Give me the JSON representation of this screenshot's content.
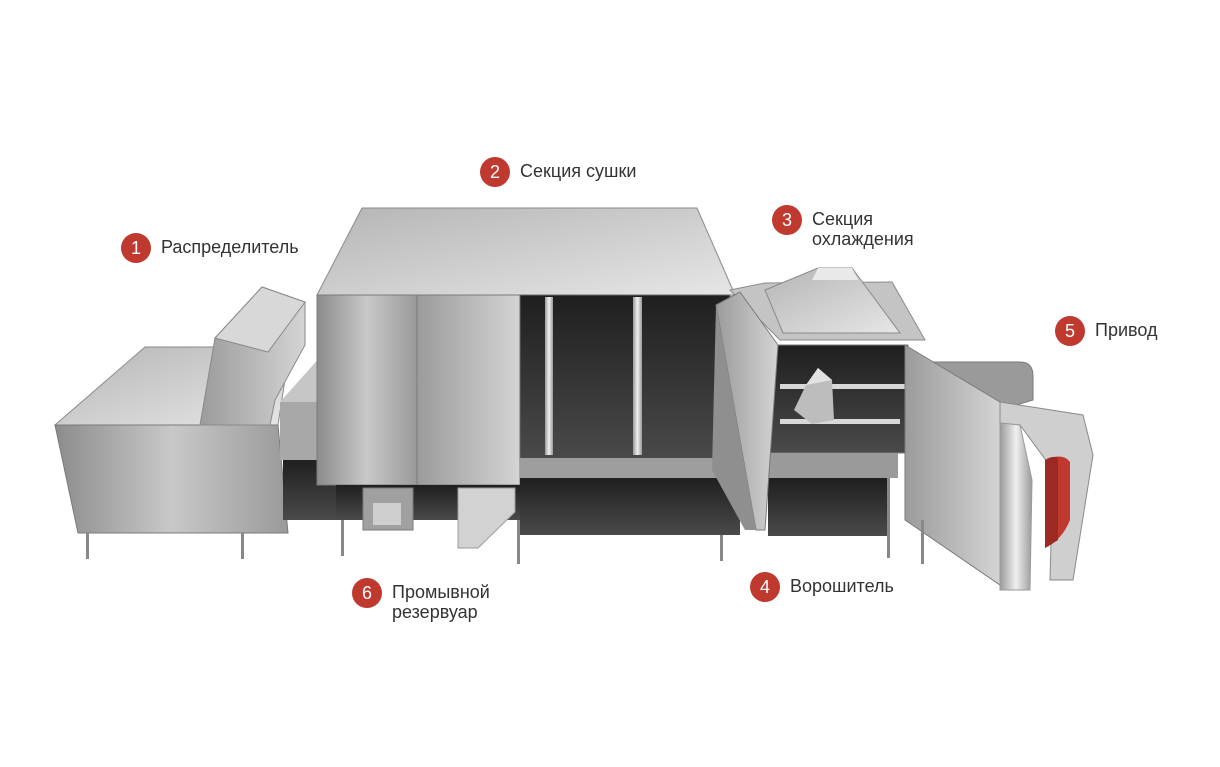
{
  "colors": {
    "badge": "#c0392f",
    "steel_light": "#dcdcdc",
    "steel_mid": "#a9a9a9",
    "steel_dark": "#5a5a5a",
    "interior": "#2e2e2e",
    "drive": "#c0392f"
  },
  "callouts": [
    {
      "number": "1",
      "label": "Распределитель"
    },
    {
      "number": "2",
      "label": "Секция сушки"
    },
    {
      "number": "3",
      "label": "Секция\nохлаждения"
    },
    {
      "number": "4",
      "label": "Ворошитель"
    },
    {
      "number": "5",
      "label": "Привод"
    },
    {
      "number": "6",
      "label": "Промывной\nрезервуар"
    }
  ]
}
